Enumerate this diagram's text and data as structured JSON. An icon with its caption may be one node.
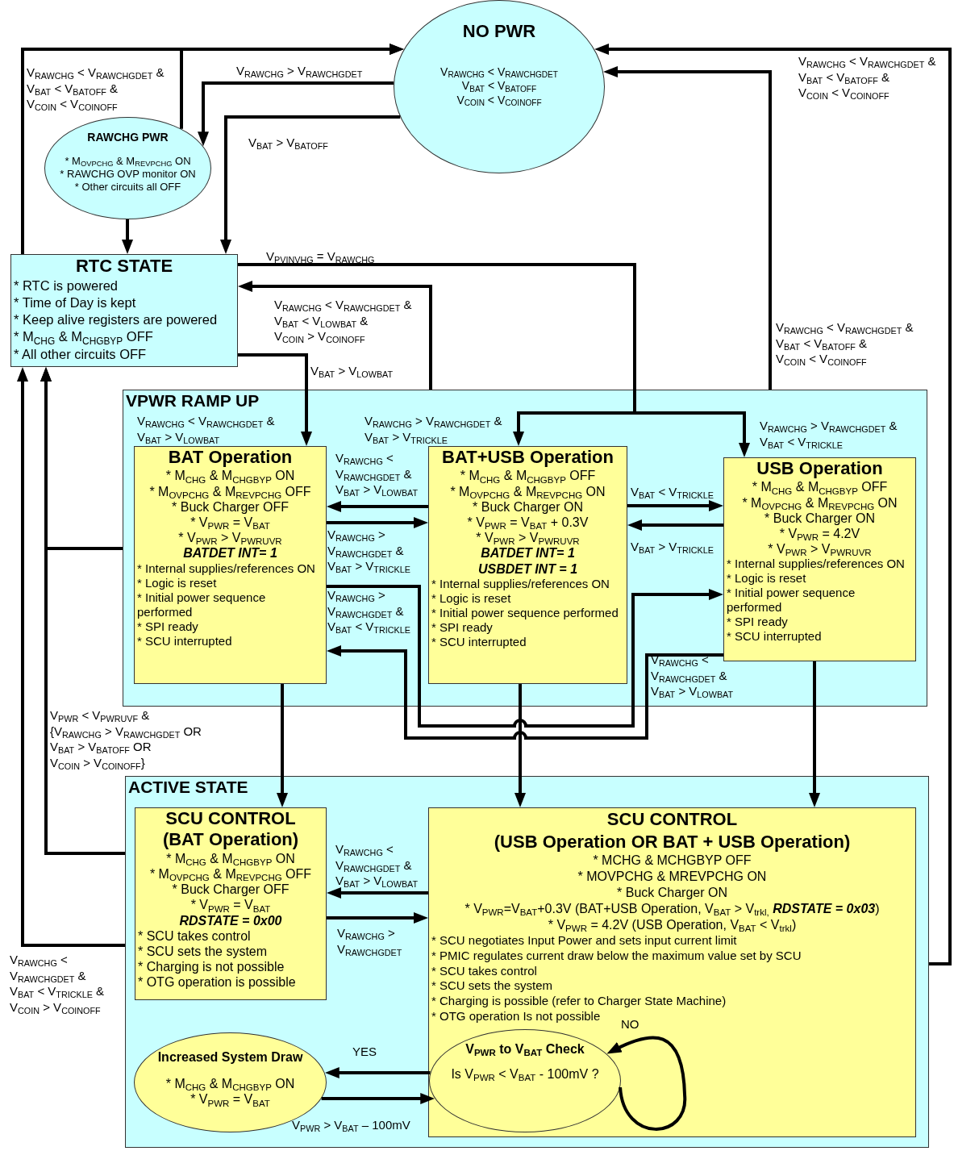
{
  "diagram": {
    "nodes": [
      {
        "text": [
          "NO PWR",
          "V$_{RAWCHG}$ < V$_{RAWCHGDET}$",
          "V$_{BAT}$ < V$_{BATOFF}$",
          "V$_{COIN}$ < V$_{COINOFF}$"
        ]
      },
      {
        "text": [
          "RAWCHG PWR",
          "* M$_{OVPCHG}$ & M$_{REVPCHG}$ ON",
          "* RAWCHG OVP monitor ON",
          "* Other circuits all OFF"
        ]
      },
      {
        "text": [
          "RTC STATE",
          "* RTC is powered",
          "* Time of Day is kept",
          "* Keep alive registers are powered",
          "* M$_{CHG}$ & M$_{CHGBYP}$ OFF",
          "* All other circuits OFF"
        ]
      },
      {
        "text": [
          "VPWR RAMP UP"
        ]
      },
      {
        "text": [
          "BAT Operation",
          "* M$_{CHG}$ & M$_{CHGBYP}$ ON",
          "* M$_{OVPCHG}$ & M$_{REVPCHG}$ OFF",
          "* Buck Charger OFF",
          "* V$_{PWR}$ = V$_{BAT}$",
          "* V$_{PWR}$ > V$_{PWRUVR}$",
          "BATDET INT= 1",
          "* Internal supplies/references ON",
          "* Logic is reset",
          "* Initial power sequence performed",
          "* SPI ready",
          "* SCU interrupted"
        ],
        "beside": [
          "V$_{RAWCHG}$ < V$_{RAWCHGDET}$ & V$_{BAT}$ > V$_{LOWBAT}$"
        ],
        "in": 3
      },
      {
        "text": [
          "BAT+USB Operation",
          "* M$_{CHG}$ & M$_{CHGBYP}$ OFF",
          "* M$_{OVPCHG}$ & M$_{REVPCHG}$ ON",
          "* Buck Charger ON",
          "* V$_{PWR}$ = V$_{BAT}$ + 0.3V",
          "* V$_{PWR}$ > V$_{PWRUVR}$",
          "BATDET INT= 1",
          "USBDET INT = 1",
          "* Internal supplies/references ON",
          "* Logic is reset",
          "* Initial power sequence performed",
          "* SPI ready",
          "* SCU interrupted"
        ],
        "in": 3
      },
      {
        "text": [
          "USB Operation",
          "* M$_{CHG}$ & M$_{CHGBYP}$ OFF",
          "* M$_{OVPCHG}$ & M$_{REVPCHG}$ ON",
          "* Buck Charger ON",
          "* V$_{PWR}$ = 4.2V",
          "* V$_{PWR}$ > V$_{PWRUVR}$",
          "* Internal supplies/references ON",
          "* Logic is reset",
          "* Initial power sequence performed",
          "* SPI ready",
          "* SCU interrupted"
        ],
        "in": 3
      },
      {
        "text": [
          "ACTIVE STATE"
        ]
      },
      {
        "text": [
          "SCU CONTROL",
          "(BAT Operation)",
          "* M$_{CHG}$ & M$_{CHGBYP}$ ON",
          "* M$_{OVPCHG}$ & M$_{REVPCHG}$ OFF",
          "* Buck Charger OFF",
          "* V$_{PWR}$ = V$_{BAT}$",
          "RDSTATE = 0x00",
          "* SCU takes control",
          "* SCU sets the system",
          "* Charging is not possible",
          "* OTG operation is possible"
        ],
        "in": 7
      },
      {
        "text": [
          "SCU CONTROL",
          "(USB Operation OR BAT + USB Operation)",
          "* MCHG & MCHGBYP OFF",
          "* MOVPCHG & MREVPCHG ON",
          "* Buck Charger ON",
          "* V$_{PWR}$=V$_{BAT}$+0.3V (BAT+USB Operation, V$_{BAT}$ > V$_{trkl,}$ **RDSTATE = 0x03**)",
          "* V$_{PWR}$ = 4.2V (USB Operation, V$_{BAT}$ < V$_{trkl}$)",
          "* SCU negotiates Input Power and sets input current limit",
          "* PMIC regulates current draw below the maximum value set by SCU",
          "* SCU takes control",
          "* SCU sets the system",
          "* Charging is possible (refer to Charger State Machine)",
          "* OTG operation Is not possible"
        ],
        "in": 7
      },
      {
        "text": [
          "Increased System Draw",
          "* M$_{CHG}$ & M$_{CHGBYP}$ ON",
          "* V$_{PWR}$ = V$_{BAT}$"
        ],
        "in": 7
      },
      {
        "text": [
          "V$_{PWR}$ to V$_{BAT}$ Check",
          "Is V$_{PWR}$ < V$_{BAT}$ - 100mV ?"
        ],
        "in": 9
      }
    ],
    "edges": [
      {
        "from": 2,
        "to": 0,
        "arrow": "to",
        "label": "V$_{RAWCHG}$ < V$_{RAWCHGDET}$ & V$_{BAT}$ < V$_{BATOFF}$ & V$_{COIN}$ < V$_{COINOFF}$"
      },
      {
        "from": 1,
        "to": 0,
        "arrow": "to"
      },
      {
        "from": 0,
        "to": 1,
        "arrow": "to",
        "label": "V$_{RAWCHG}$ > V$_{RAWCHGDET}$"
      },
      {
        "from": 0,
        "to": 2,
        "arrow": "to",
        "label": "V$_{BAT}$ > V$_{BATOFF}$"
      },
      {
        "from": 1,
        "to": 2,
        "arrow": "to"
      },
      {
        "from": 2,
        "to": 5,
        "arrow": "to",
        "label": "V$_{RAWCHG}$ > V$_{RAWCHGDET}$ & V$_{BAT}$ > V$_{TRICKLE}$"
      },
      {
        "from": 2,
        "to": 6,
        "arrow": "to",
        "label": "V$_{RAWCHG}$ > V$_{RAWCHGDET}$ & V$_{BAT}$ < V$_{TRICKLE}$"
      },
      {
        "from": 3,
        "to": 2,
        "arrow": "to",
        "label": "V$_{RAWCHG}$ < V$_{RAWCHGDET}$ & V$_{BAT}$ < V$_{LOWBAT}$ & V$_{COIN}$ > V$_{COINOFF}$"
      },
      {
        "from": 2,
        "to": 4,
        "arrow": "to",
        "label": "V$_{BAT}$ > V$_{LOWBAT}$"
      },
      {
        "from": 3,
        "to": 0,
        "arrow": "to",
        "label": "V$_{RAWCHG}$ < V$_{RAWCHGDET}$ & V$_{BAT}$ < V$_{BATOFF}$ & V$_{COIN}$ < V$_{COINOFF}$"
      },
      {
        "from": 7,
        "to": 0,
        "arrow": "to",
        "label": "V$_{RAWCHG}$ < V$_{RAWCHGDET}$ & V$_{BAT}$ < V$_{BATOFF}$ & V$_{COIN}$ < V$_{COINOFF}$"
      },
      {
        "from": 5,
        "to": 4,
        "arrow": "to",
        "label": "V$_{RAWCHG}$ < V$_{RAWCHGDET}$ & V$_{BAT}$ > V$_{LOWBAT}$"
      },
      {
        "from": 4,
        "to": 5,
        "arrow": "to",
        "label": "V$_{RAWCHG}$ > V$_{RAWCHGDET}$ & V$_{BAT}$ > V$_{TRICKLE}$"
      },
      {
        "from": 4,
        "to": 6,
        "arrow": "to",
        "label": "V$_{RAWCHG}$ > V$_{RAWCHGDET}$ & V$_{BAT}$ < V$_{TRICKLE}$"
      },
      {
        "from": 6,
        "to": 4,
        "arrow": "to",
        "label": "V$_{RAWCHG}$ < V$_{RAWCHGDET}$ & V$_{BAT}$ > V$_{LOWBAT}$"
      },
      {
        "from": 5,
        "to": 6,
        "arrow": "to",
        "label": "V$_{BAT}$ < V$_{TRICKLE}$"
      },
      {
        "from": 6,
        "to": 5,
        "arrow": "to",
        "label": "V$_{BAT}$ > V$_{TRICKLE}$"
      },
      {
        "from": 3,
        "to": 2,
        "arrow": "to"
      },
      {
        "from": 7,
        "to": 2,
        "arrow": "to",
        "label": "V$_{PWR}$ < V$_{PWRUVF}$ & {V$_{RAWCHG}$ > V$_{RAWCHGDET}$ OR V$_{BAT}$ > V$_{BATOFF}$ OR V$_{COIN}$ > V$_{COINOFF}$}"
      },
      {
        "from": 7,
        "to": 2,
        "arrow": "to",
        "label": "V$_{RAWCHG}$ < V$_{RAWCHGDET}$ & V$_{BAT}$ < V$_{TRICKLE}$ & V$_{COIN}$ > V$_{COINOFF}$"
      },
      {
        "from": 4,
        "to": 8,
        "arrow": "to"
      },
      {
        "from": 5,
        "to": 9,
        "arrow": "to"
      },
      {
        "from": 6,
        "to": 9,
        "arrow": "to"
      },
      {
        "from": 9,
        "to": 8,
        "arrow": "to",
        "label": "V$_{RAWCHG}$ < V$_{RAWCHGDET}$ & V$_{BAT}$ > V$_{LOWBAT}$"
      },
      {
        "from": 8,
        "to": 9,
        "arrow": "to",
        "label": "V$_{RAWCHG}$ > V$_{RAWCHGDET}$"
      },
      {
        "from": 11,
        "to": 10,
        "arrow": "to",
        "label": "YES"
      },
      {
        "from": 10,
        "to": 11,
        "arrow": "to",
        "label": "V$_{PWR}$ > V$_{BAT}$ – 100mV"
      },
      {
        "from": 11,
        "to": 11,
        "arrow": "to",
        "label": "NO"
      }
    ],
    "labels": [
      "V$_{PVINVHG}$ = V$_{RAWCHG}$"
    ]
  }
}
